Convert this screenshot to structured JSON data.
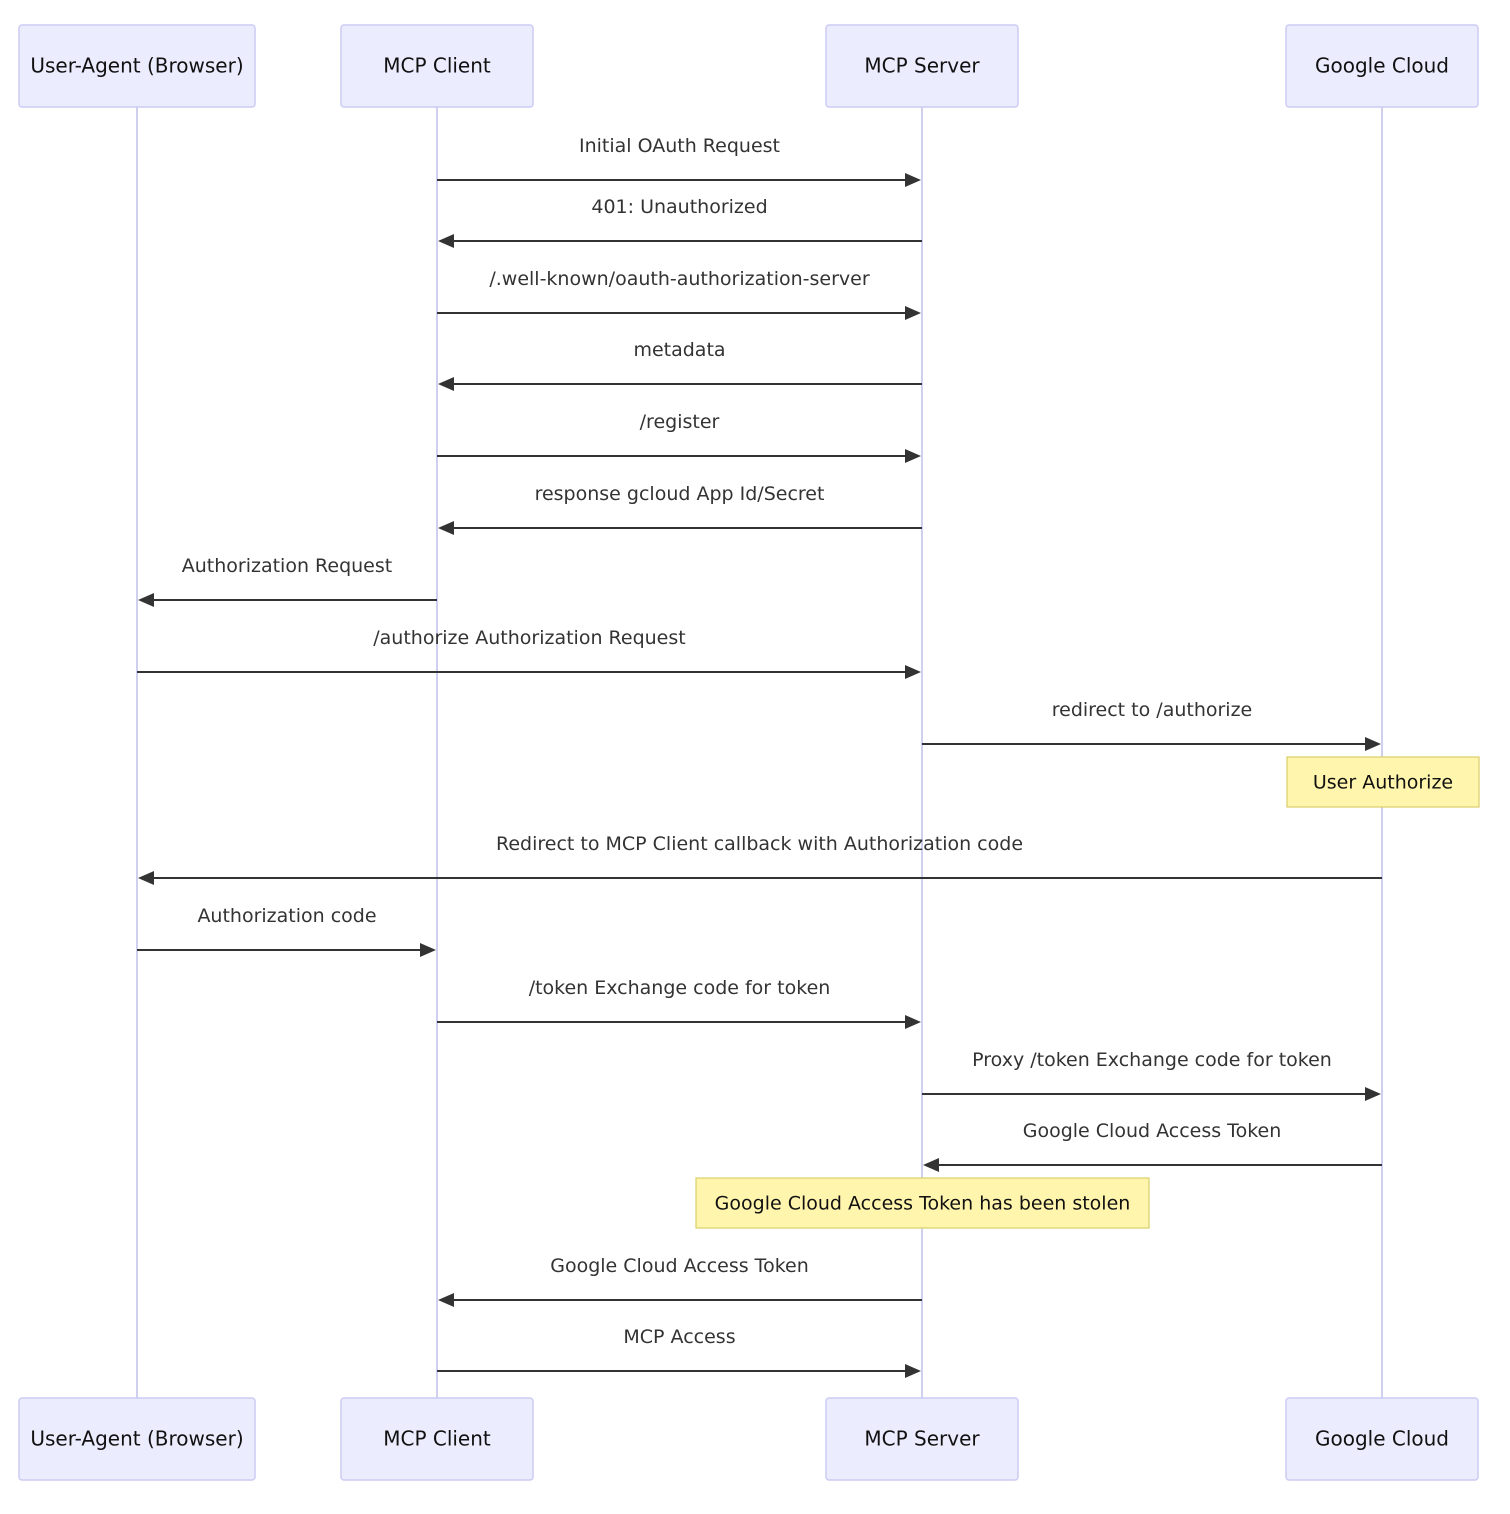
{
  "actors": [
    {
      "id": "browser",
      "label": "User-Agent (Browser)"
    },
    {
      "id": "client",
      "label": "MCP Client"
    },
    {
      "id": "server",
      "label": "MCP Server"
    },
    {
      "id": "gcloud",
      "label": "Google Cloud"
    }
  ],
  "messages": [
    {
      "from": "client",
      "to": "server",
      "text": "Initial OAuth Request"
    },
    {
      "from": "server",
      "to": "client",
      "text": "401: Unauthorized"
    },
    {
      "from": "client",
      "to": "server",
      "text": "/.well-known/oauth-authorization-server"
    },
    {
      "from": "server",
      "to": "client",
      "text": "metadata"
    },
    {
      "from": "client",
      "to": "server",
      "text": "/register"
    },
    {
      "from": "server",
      "to": "client",
      "text": "response gcloud App Id/Secret"
    },
    {
      "from": "client",
      "to": "browser",
      "text": "Authorization Request"
    },
    {
      "from": "browser",
      "to": "server",
      "text": "/authorize Authorization Request"
    },
    {
      "from": "server",
      "to": "gcloud",
      "text": "redirect to /authorize"
    },
    {
      "from": "gcloud",
      "to": "browser",
      "text": "Redirect to MCP Client callback with Authorization code"
    },
    {
      "from": "browser",
      "to": "client",
      "text": "Authorization code"
    },
    {
      "from": "client",
      "to": "server",
      "text": "/token Exchange code for token"
    },
    {
      "from": "server",
      "to": "gcloud",
      "text": "Proxy /token Exchange code for token"
    },
    {
      "from": "gcloud",
      "to": "server",
      "text": "Google Cloud Access Token"
    },
    {
      "from": "server",
      "to": "client",
      "text": "Google Cloud Access Token"
    },
    {
      "from": "client",
      "to": "server",
      "text": "MCP Access"
    }
  ],
  "notes": [
    {
      "over": "gcloud",
      "after_message": 8,
      "text": "User Authorize"
    },
    {
      "over": "server",
      "after_message": 13,
      "text": "Google Cloud Access Token has been stolen"
    }
  ]
}
